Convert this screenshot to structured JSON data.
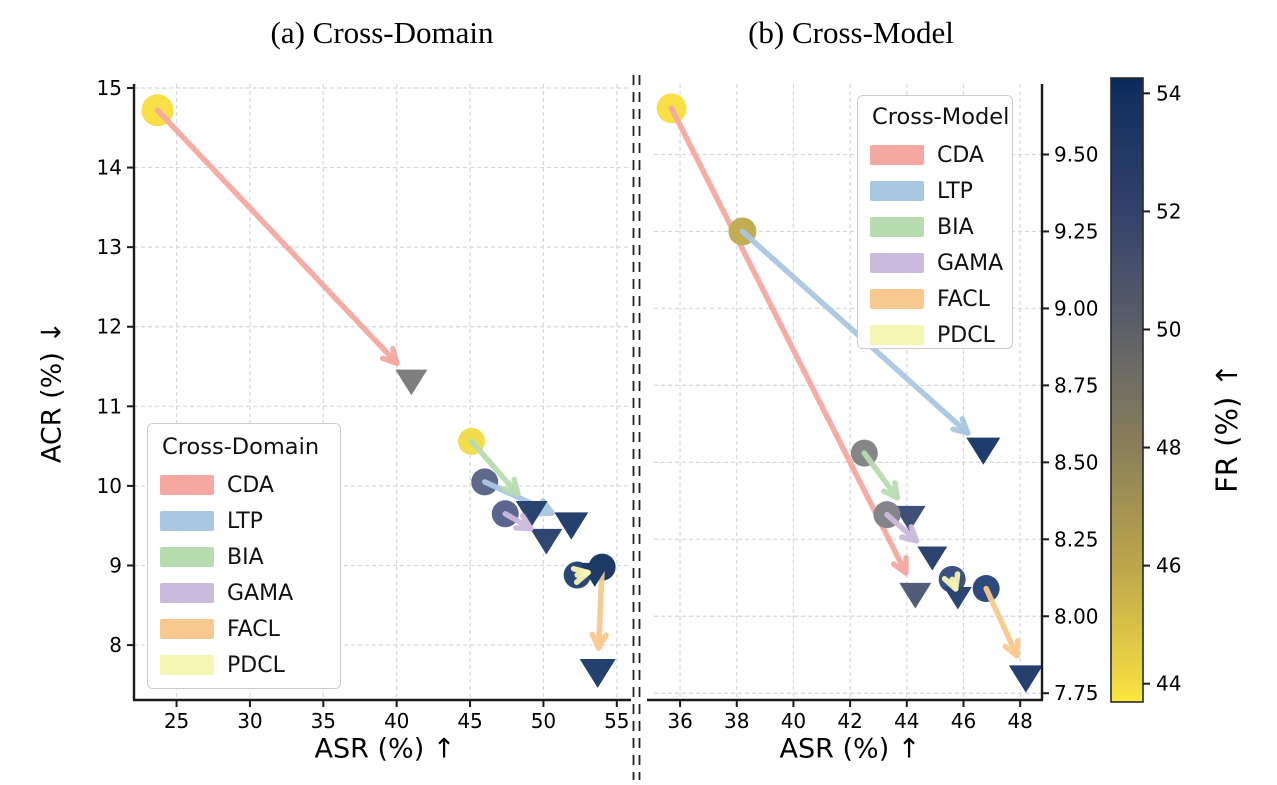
{
  "figure": {
    "title_left": "(a) Cross-Domain",
    "title_right": "(b) Cross-Model",
    "xlabel": "ASR (%) ↑",
    "ylabel": "ACR (%) ↓",
    "colorbar_label": "FR (%) ↑",
    "background": "#ffffff",
    "grid_color": "#d8d8d8",
    "spine_color": "#1a1a1a"
  },
  "legends": {
    "left": {
      "title": "Cross-Domain",
      "items": [
        {
          "label": "CDA",
          "color": "#f5a8a1"
        },
        {
          "label": "LTP",
          "color": "#aac7e2"
        },
        {
          "label": "BIA",
          "color": "#b7dcb0"
        },
        {
          "label": "GAMA",
          "color": "#ccb9de"
        },
        {
          "label": "FACL",
          "color": "#f8c98e"
        },
        {
          "label": "PDCL",
          "color": "#f6f6b4"
        }
      ]
    },
    "right": {
      "title": "Cross-Model",
      "items": [
        {
          "label": "CDA",
          "color": "#f5a8a1"
        },
        {
          "label": "LTP",
          "color": "#aac7e2"
        },
        {
          "label": "BIA",
          "color": "#b7dcb0"
        },
        {
          "label": "GAMA",
          "color": "#ccb9de"
        },
        {
          "label": "FACL",
          "color": "#f8c98e"
        },
        {
          "label": "PDCL",
          "color": "#f6f6b4"
        }
      ]
    }
  },
  "chart_data": [
    {
      "type": "scatter",
      "id": "a",
      "title": "(a) Cross-Domain",
      "xlabel": "ASR (%) ↑",
      "ylabel": "ACR (%) ↓",
      "xlim": [
        22.1,
        55.9
      ],
      "ylim": [
        7.31,
        15.05
      ],
      "xticks": [
        25,
        30,
        35,
        40,
        45,
        50,
        55
      ],
      "xtick_labels": [
        "25",
        "30",
        "35",
        "40",
        "45",
        "50",
        "55"
      ],
      "yticks": [
        8,
        9,
        10,
        11,
        12,
        13,
        14,
        15
      ],
      "ytick_labels": [
        "8",
        "9",
        "10",
        "11",
        "12",
        "13",
        "14",
        "15"
      ],
      "grid": true,
      "legend_position": "lower left",
      "series": [
        {
          "name": "CDA",
          "arrow_color": "#f5a8a1",
          "start": [
            23.7,
            14.72
          ],
          "end": [
            41.0,
            11.35
          ],
          "start_color": "#f7df45",
          "end_color": "#7f7f7f",
          "start_r": 16,
          "end_s": 16
        },
        {
          "name": "LTP",
          "arrow_color": "#aac7e2",
          "start": [
            46.0,
            10.05
          ],
          "end": [
            51.9,
            9.55
          ],
          "start_color": "#5e6a8b",
          "end_color": "#24406e",
          "start_r": 13.5,
          "end_s": 17
        },
        {
          "name": "BIA",
          "arrow_color": "#b7dcb0",
          "start": [
            45.1,
            10.56
          ],
          "end": [
            49.2,
            9.7
          ],
          "start_color": "#f2dd4e",
          "end_color": "#2a4472",
          "start_r": 13.5,
          "end_s": 16
        },
        {
          "name": "GAMA",
          "arrow_color": "#ccb9de",
          "start": [
            47.4,
            9.65
          ],
          "end": [
            50.2,
            9.35
          ],
          "start_color": "#5b6590",
          "end_color": "#2d4672",
          "start_r": 13.5,
          "end_s": 16
        },
        {
          "name": "FACL",
          "arrow_color": "#f8c98e",
          "start": [
            54.0,
            8.98
          ],
          "end": [
            53.7,
            7.7
          ],
          "start_color": "#1d3a66",
          "end_color": "#23406e",
          "start_r": 13.5,
          "end_s": 18
        },
        {
          "name": "PDCL",
          "arrow_color": "#f6f6b4",
          "start": [
            52.3,
            8.88
          ],
          "end": [
            53.5,
            8.93
          ],
          "start_color": "#2a4775",
          "end_color": "#1d3a66",
          "start_r": 13.5,
          "end_s": 15
        }
      ]
    },
    {
      "type": "scatter",
      "id": "b",
      "title": "(b) Cross-Model",
      "xlabel": "ASR (%) ↑",
      "ylabel": "",
      "xlim": [
        35.08,
        48.77
      ],
      "ylim": [
        7.728,
        9.729
      ],
      "xticks": [
        36,
        38,
        40,
        42,
        44,
        46,
        48
      ],
      "xtick_labels": [
        "36",
        "38",
        "40",
        "42",
        "44",
        "46",
        "48"
      ],
      "yticks": [
        7.75,
        8.0,
        8.25,
        8.5,
        8.75,
        9.0,
        9.25,
        9.5
      ],
      "ytick_labels": [
        "7.75",
        "8.00",
        "8.25",
        "8.50",
        "8.75",
        "9.00",
        "9.25",
        "9.50"
      ],
      "grid": true,
      "legend_position": "upper right",
      "series": [
        {
          "name": "CDA",
          "arrow_color": "#f5a8a1",
          "start": [
            35.7,
            9.65
          ],
          "end": [
            44.3,
            8.08
          ],
          "start_color": "#f7df45",
          "end_color": "#505c78",
          "start_r": 15,
          "end_s": 16
        },
        {
          "name": "LTP",
          "arrow_color": "#aac7e2",
          "start": [
            38.2,
            9.25
          ],
          "end": [
            46.7,
            8.55
          ],
          "start_color": "#c2ad55",
          "end_color": "#1f3c6e",
          "start_r": 14,
          "end_s": 17
        },
        {
          "name": "BIA",
          "arrow_color": "#b7dcb0",
          "start": [
            42.5,
            8.53
          ],
          "end": [
            44.1,
            8.33
          ],
          "start_color": "#868686",
          "end_color": "#3f5078",
          "start_r": 13.5,
          "end_s": 16
        },
        {
          "name": "GAMA",
          "arrow_color": "#ccb9de",
          "start": [
            43.3,
            8.33
          ],
          "end": [
            44.9,
            8.2
          ],
          "start_color": "#84848a",
          "end_color": "#2c4470",
          "start_r": 13.5,
          "end_s": 15
        },
        {
          "name": "FACL",
          "arrow_color": "#f8c98e",
          "start": [
            46.8,
            8.09
          ],
          "end": [
            48.2,
            7.81
          ],
          "start_color": "#2c4a7c",
          "end_color": "#253f6e",
          "start_r": 13.5,
          "end_s": 17
        },
        {
          "name": "PDCL",
          "arrow_color": "#f6f6b4",
          "start": [
            45.6,
            8.12
          ],
          "end": [
            45.8,
            8.07
          ],
          "start_color": "#3b5280",
          "end_color": "#2b4572",
          "start_r": 13.5,
          "end_s": 14
        }
      ]
    },
    {
      "type": "colorbar",
      "label": "FR (%) ↑",
      "orientation": "vertical",
      "colormap": "cividis_r",
      "vmin": 43.69,
      "vmax": 54.26,
      "ticks": [
        44,
        46,
        48,
        50,
        52,
        54
      ],
      "tick_labels": [
        "44",
        "46",
        "48",
        "50",
        "52",
        "54"
      ],
      "gradient": [
        {
          "v": 54.26,
          "c": "#08285c"
        },
        {
          "v": 54.0,
          "c": "#122e5f"
        },
        {
          "v": 52.0,
          "c": "#32426b"
        },
        {
          "v": 50.0,
          "c": "#5d6069"
        },
        {
          "v": 48.0,
          "c": "#8a7f5a"
        },
        {
          "v": 46.0,
          "c": "#bca64c"
        },
        {
          "v": 44.0,
          "c": "#f2da42"
        },
        {
          "v": 43.69,
          "c": "#fce83c"
        }
      ]
    }
  ]
}
